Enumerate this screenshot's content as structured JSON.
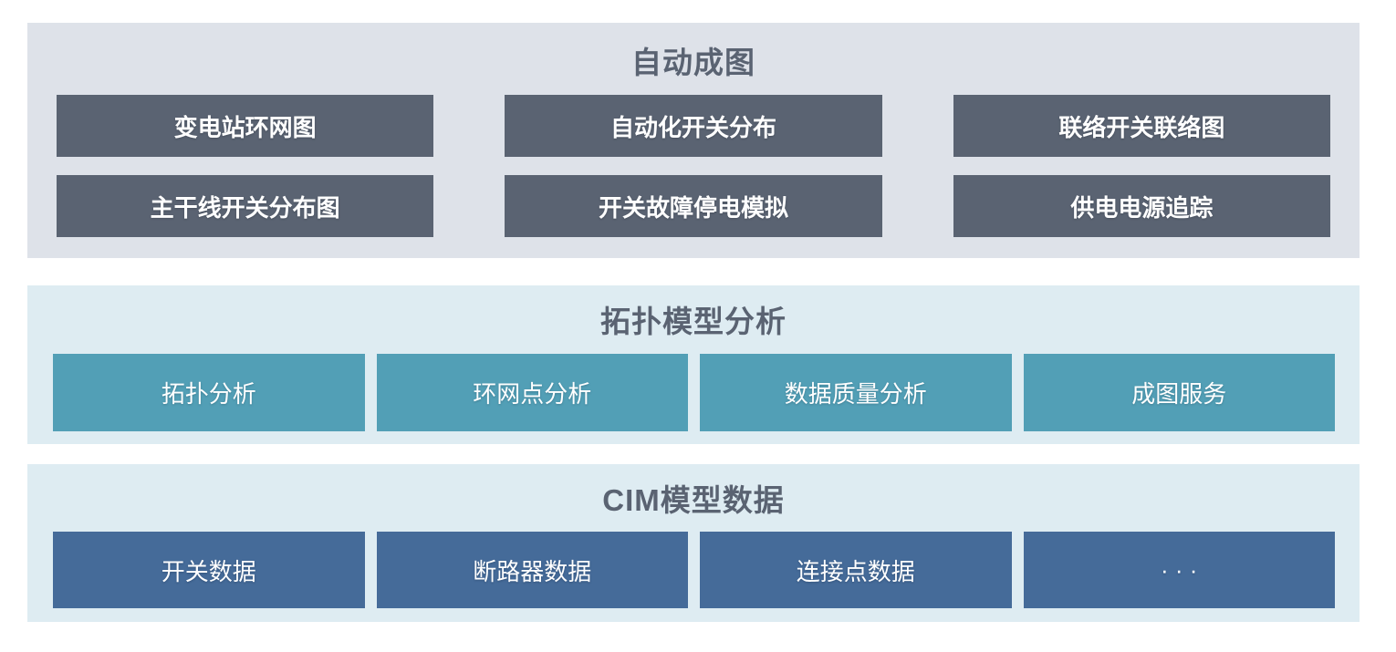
{
  "layers": {
    "auto_mapping": {
      "title": "自动成图",
      "items": [
        "变电站环网图",
        "自动化开关分布",
        "联络开关联络图",
        "主干线开关分布图",
        "开关故障停电模拟",
        "供电电源追踪"
      ]
    },
    "topology": {
      "title": "拓扑模型分析",
      "items": [
        "拓扑分析",
        "环网点分析",
        "数据质量分析",
        "成图服务"
      ]
    },
    "cim": {
      "title": "CIM模型数据",
      "items": [
        "开关数据",
        "断路器数据",
        "连接点数据",
        "· · ·"
      ]
    }
  },
  "colors": {
    "layer1_background": "#dee2e9",
    "layer1_box": "#5a6372",
    "layer2_background": "#deecf2",
    "layer2_box": "#529fb6",
    "layer3_background": "#deecf2",
    "layer3_box": "#456b99",
    "title_text": "#5a6372",
    "box_text": "#ffffff"
  }
}
